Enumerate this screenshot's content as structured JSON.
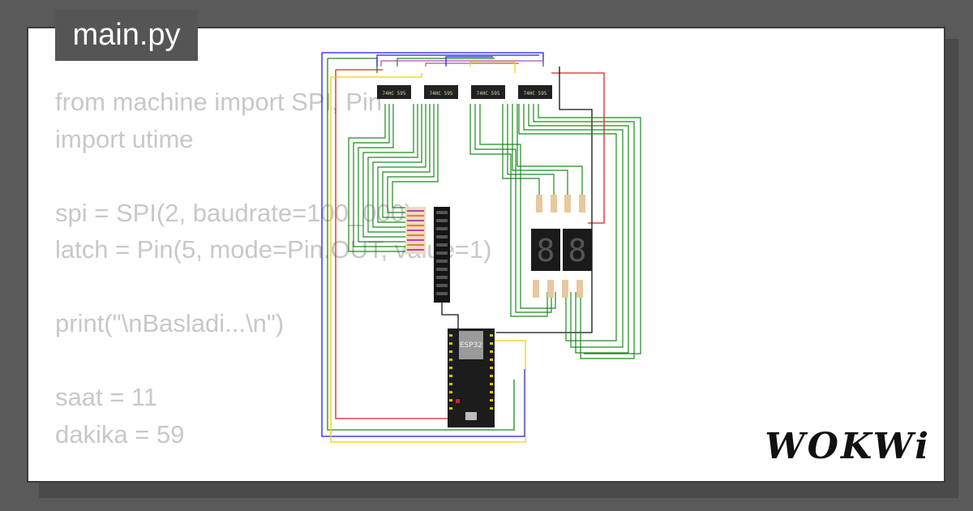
{
  "tab": {
    "filename": "main.py"
  },
  "code_lines": [
    "from machine import SPI, Pin",
    "import utime",
    "",
    "spi = SPI(2, baudrate=100_000)",
    "latch = Pin(5, mode=Pin.OUT, value=1)",
    "",
    "print(\"\\nBasladi...\\n\")",
    "",
    "saat = 11",
    "dakika = 59"
  ],
  "diagram": {
    "chips": [
      "74HC 595",
      "74HC 595",
      "74HC 595",
      "74HC 595"
    ],
    "mcu_label": "ESP32"
  },
  "brand": {
    "logo_text": "WOKWi"
  },
  "colors": {
    "page_bg": "#5a5a5a",
    "card_bg": "#ffffff",
    "tab_bg": "#555555",
    "code_text": "#c8c8c8",
    "wire_green": "#1a8a1a",
    "wire_red": "#e02020",
    "wire_blue": "#1a1aff",
    "wire_yellow": "#f0d000",
    "wire_black": "#111111",
    "wire_purple": "#b04ab0"
  }
}
